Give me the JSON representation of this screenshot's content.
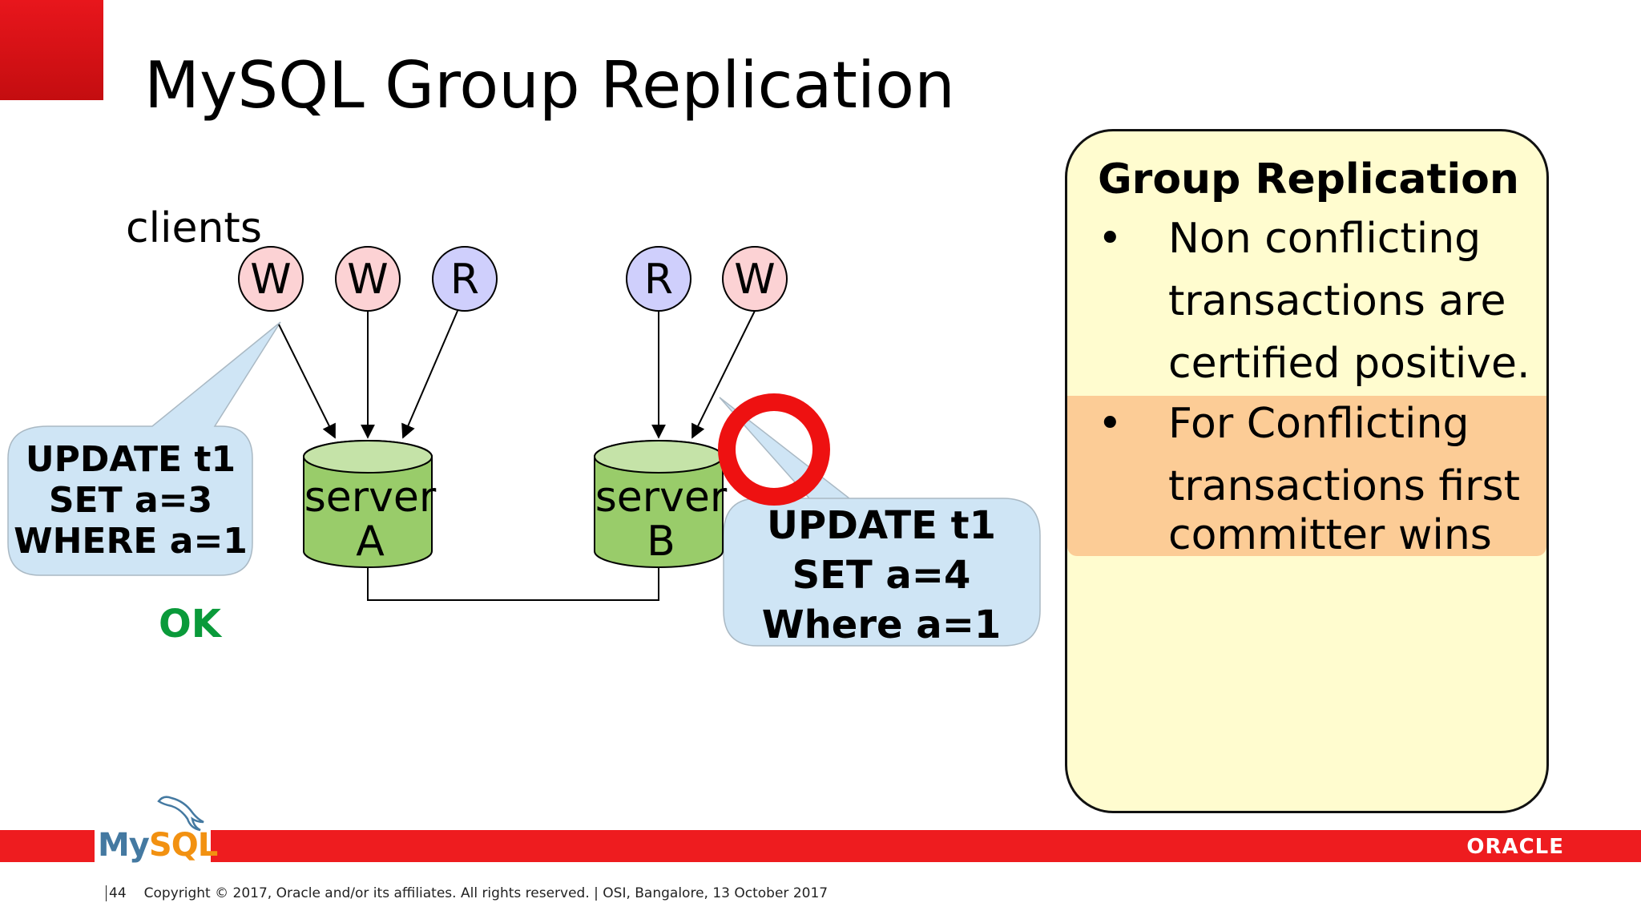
{
  "slide": {
    "title": "MySQL Group Replication"
  },
  "diagram": {
    "clients_label": "clients",
    "clients_left": [
      {
        "label": "W",
        "kind": "write"
      },
      {
        "label": "W",
        "kind": "write"
      },
      {
        "label": "R",
        "kind": "read"
      }
    ],
    "clients_right": [
      {
        "label": "R",
        "kind": "read"
      },
      {
        "label": "W",
        "kind": "write"
      }
    ],
    "server_a": {
      "line1": "server",
      "line2": "A"
    },
    "server_b": {
      "line1": "server",
      "line2": "B"
    },
    "callout_a": {
      "lines": [
        "UPDATE t1",
        "SET a=3",
        "WHERE a=1"
      ]
    },
    "callout_b": {
      "lines": [
        "UPDATE t1",
        "SET a=4",
        "Where a=1"
      ]
    },
    "result_a": "OK",
    "colors": {
      "write_client": "#fcd2d4",
      "read_client": "#cfcffc",
      "server": "#99cc6a",
      "server_top": "#c5e3a8",
      "callout": "#cfe5f5",
      "reject_ring": "#ee1111",
      "ok_text": "#0a9a3a"
    }
  },
  "info_box": {
    "title": "Group Replication",
    "bullets": [
      {
        "lines": [
          "Non conflicting",
          "transactions are",
          "certified positive."
        ],
        "highlighted": false
      },
      {
        "lines": [
          "For Conflicting",
          "transactions first",
          "committer wins"
        ],
        "highlighted": true
      }
    ],
    "bullet_glyph": "•",
    "background": "#fffccf",
    "highlight_color": "#fccc96"
  },
  "footer": {
    "page_number": "44",
    "copyright": "Copyright © 2017, Oracle and/or its affiliates. All rights reserved.  |  OSI, Bangalore, 13 October 2017",
    "mysql_logo": {
      "my": "My",
      "sql": "SQL"
    },
    "oracle_logo": "ORACLE",
    "bar_color": "#ee1c1f"
  }
}
